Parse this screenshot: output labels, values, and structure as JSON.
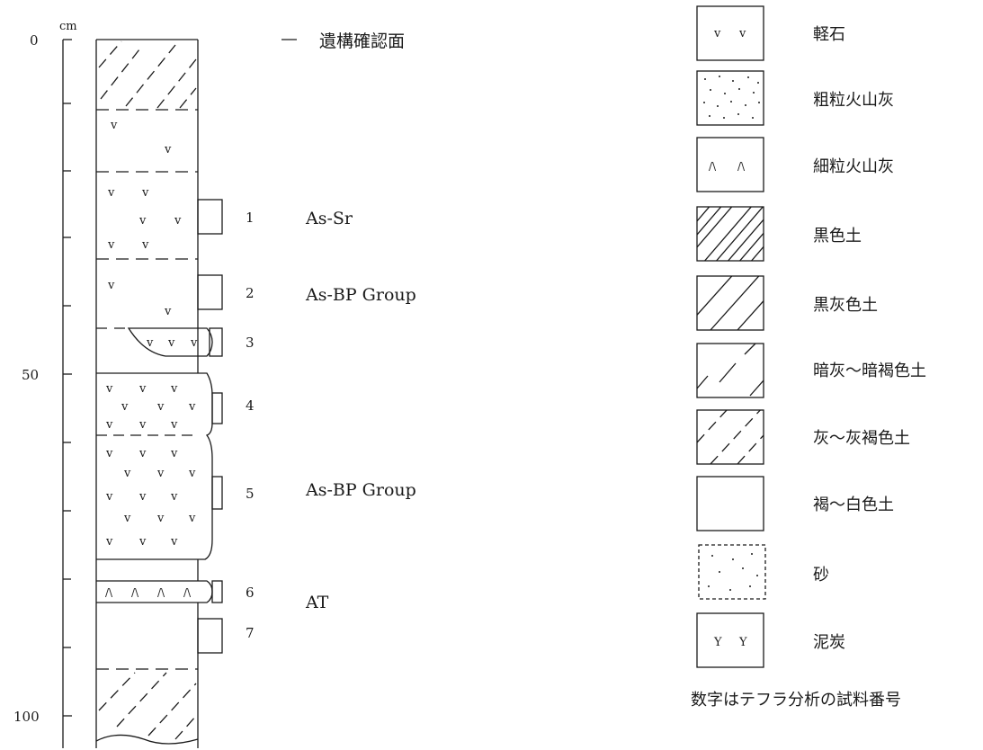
{
  "depth_scale": {
    "unit": "cm",
    "tick_labels": [
      "0",
      "50",
      "100"
    ]
  },
  "surface_label": "遺構確認面",
  "samples": [
    {
      "number": "1",
      "tephra": "As-Sr"
    },
    {
      "number": "2",
      "tephra": "As-BP Group"
    },
    {
      "number": "3",
      "tephra": ""
    },
    {
      "number": "4",
      "tephra": ""
    },
    {
      "number": "5",
      "tephra": "As-BP Group"
    },
    {
      "number": "6",
      "tephra": "AT"
    },
    {
      "number": "7",
      "tephra": ""
    }
  ],
  "legend": [
    {
      "pattern": "pumice",
      "label": "軽石"
    },
    {
      "pattern": "coarse-ash",
      "label": "粗粒火山灰"
    },
    {
      "pattern": "fine-ash",
      "label": "細粒火山灰"
    },
    {
      "pattern": "black-soil",
      "label": "黒色土"
    },
    {
      "pattern": "black-gray-soil",
      "label": "黒灰色土"
    },
    {
      "pattern": "dark-gray-brown-soil",
      "label": "暗灰～暗褐色土"
    },
    {
      "pattern": "gray-brown-soil",
      "label": "灰～灰褐色土"
    },
    {
      "pattern": "brown-white-soil",
      "label": "褐～白色土"
    },
    {
      "pattern": "sand",
      "label": "砂"
    },
    {
      "pattern": "peat",
      "label": "泥炭"
    }
  ],
  "note": "数字はテフラ分析の試料番号"
}
